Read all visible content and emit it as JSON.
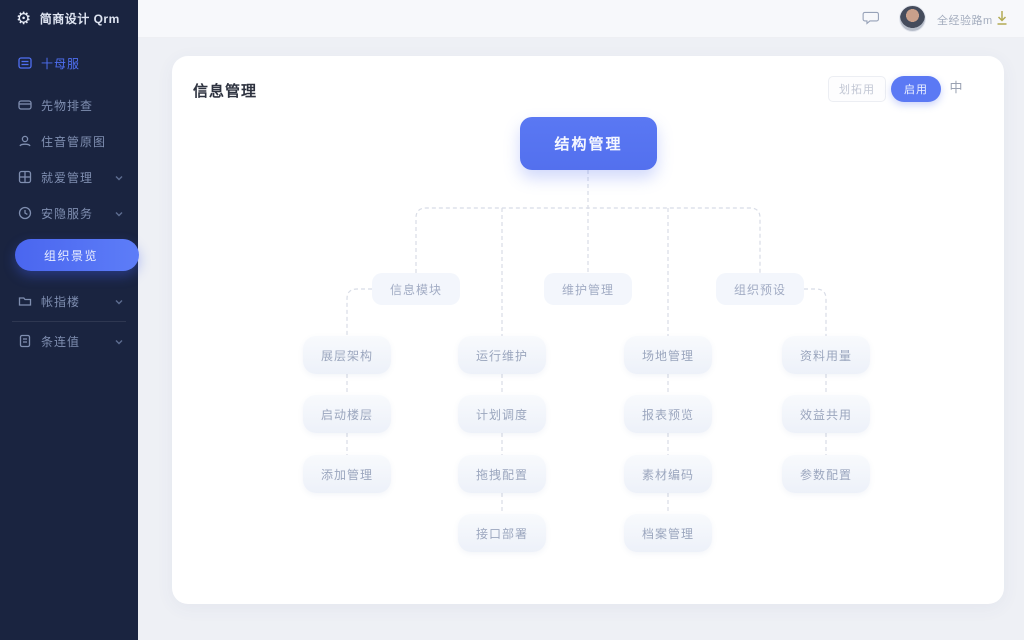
{
  "sidebar": {
    "logo_title": "简商设计 Qrm",
    "items": [
      {
        "label": "十母服"
      },
      {
        "label": "先物排查"
      },
      {
        "label": "住音管原图"
      },
      {
        "label": "就爱管理"
      },
      {
        "label": "安隐服务"
      },
      {
        "label": "组织景览"
      },
      {
        "label": "帐指楼"
      },
      {
        "label": "条连值"
      }
    ]
  },
  "topbar": {
    "username": "全经验路m"
  },
  "card": {
    "title": "信息管理",
    "controls": {
      "secondary_label": "划拓用",
      "primary_label": "启用",
      "center_glyph": "中"
    }
  },
  "org_chart": {
    "root": "结构管理",
    "level2": [
      "信息模块",
      "维护管理",
      "组织预设"
    ],
    "columns": [
      [
        "展层架构",
        "启动楼层",
        "添加管理"
      ],
      [
        "运行维护",
        "计划调度",
        "拖拽配置",
        "接口部署"
      ],
      [
        "场地管理",
        "报表预览",
        "素材编码",
        "档案管理"
      ],
      [
        "资料用量",
        "效益共用",
        "参数配置"
      ]
    ]
  },
  "colors": {
    "accent": "#5673f0",
    "sidebar_bg": "#1a2440",
    "dash_line": "#d8dce6"
  }
}
